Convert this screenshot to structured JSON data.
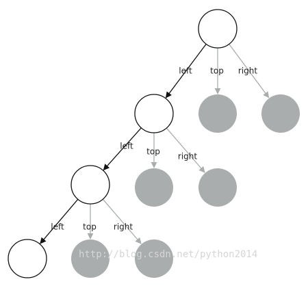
{
  "colors": {
    "active_node_fill": "#ffffff",
    "active_node_stroke": "#111111",
    "inactive_node_fill": "#a9adad",
    "active_edge": "#111111",
    "inactive_edge": "#a9adad",
    "label": "#222222",
    "watermark": "#d6d6d6"
  },
  "nodes": [
    {
      "id": "n0",
      "state": "active"
    },
    {
      "id": "n1",
      "state": "active"
    },
    {
      "id": "n2",
      "state": "inactive"
    },
    {
      "id": "n3",
      "state": "inactive"
    },
    {
      "id": "n4",
      "state": "active"
    },
    {
      "id": "n5",
      "state": "inactive"
    },
    {
      "id": "n6",
      "state": "inactive"
    },
    {
      "id": "n7",
      "state": "active"
    },
    {
      "id": "n8",
      "state": "inactive"
    },
    {
      "id": "n9",
      "state": "inactive"
    }
  ],
  "edges": [
    {
      "from": "n0",
      "to": "n1",
      "label": "left",
      "state": "active"
    },
    {
      "from": "n0",
      "to": "n2",
      "label": "top",
      "state": "inactive"
    },
    {
      "from": "n0",
      "to": "n3",
      "label": "right",
      "state": "inactive"
    },
    {
      "from": "n1",
      "to": "n4",
      "label": "left",
      "state": "active"
    },
    {
      "from": "n1",
      "to": "n5",
      "label": "top",
      "state": "inactive"
    },
    {
      "from": "n1",
      "to": "n6",
      "label": "right",
      "state": "inactive"
    },
    {
      "from": "n4",
      "to": "n7",
      "label": "left",
      "state": "active"
    },
    {
      "from": "n4",
      "to": "n8",
      "label": "top",
      "state": "inactive"
    },
    {
      "from": "n4",
      "to": "n9",
      "label": "right",
      "state": "inactive"
    }
  ],
  "watermark": "http://blog.csdn.net/python2014"
}
